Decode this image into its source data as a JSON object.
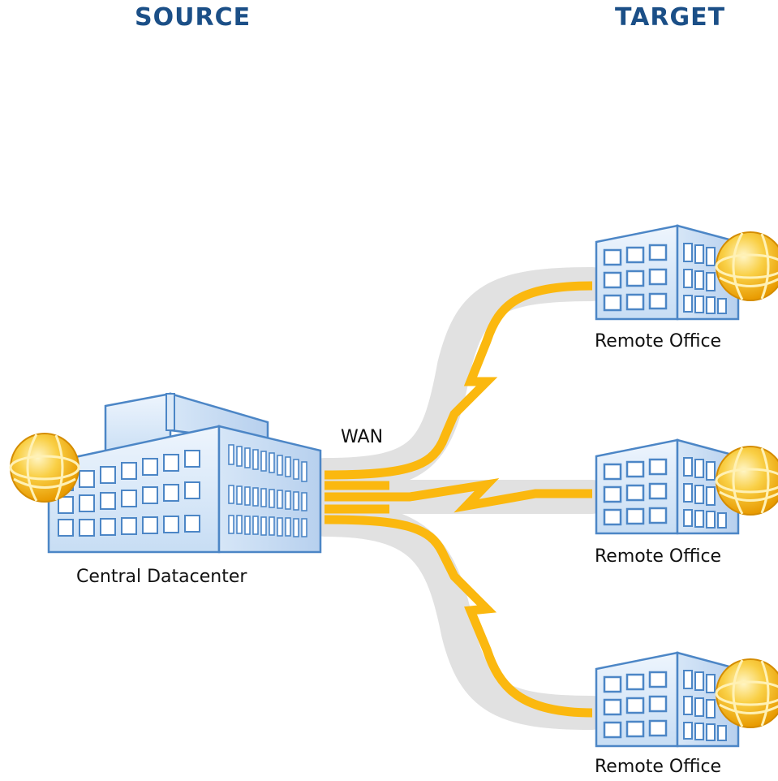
{
  "headings": {
    "source": "SOURCE",
    "target": "TARGET"
  },
  "labels": {
    "wan": "WAN",
    "central": "Central Datacenter",
    "remote_1": "Remote Office",
    "remote_2": "Remote Office",
    "remote_3": "Remote Office"
  },
  "colors": {
    "heading": "#1b4f87",
    "link": "#fbb80f",
    "link_shadow": "#e1e1e1",
    "building_fill": "#dbe9f8",
    "building_stroke": "#4c86c6",
    "globe": "#f5b318"
  },
  "icons": [
    "building-icon",
    "globe-icon",
    "lightning-link-icon"
  ]
}
